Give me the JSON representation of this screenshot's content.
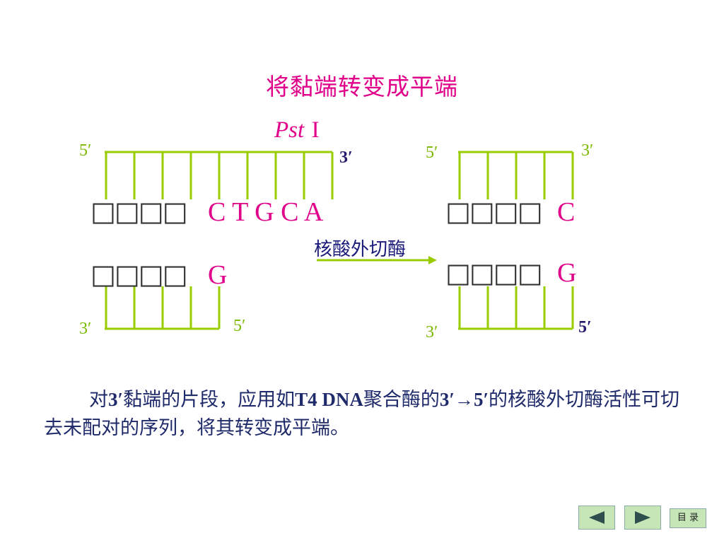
{
  "title": "将黏端转变成平端",
  "enzyme": {
    "italic": "Pst",
    "roman": "I"
  },
  "left": {
    "top_5": "5′",
    "top_3": "3′",
    "top_boxes": "□□□□",
    "top_bases": "C T G C A",
    "bottom_boxes": "□□□□",
    "bottom_base": "G",
    "bottom_3": "3′",
    "bottom_5": "5′"
  },
  "right": {
    "top_5": "5′",
    "top_3": "3′",
    "top_boxes": "□□□□",
    "top_base": "C",
    "bottom_boxes": "□□□□",
    "bottom_base": "G",
    "bottom_3": "3′",
    "bottom_5": "5′"
  },
  "arrow_label": "核酸外切酶",
  "paragraph": {
    "segments": [
      {
        "t": "对",
        "b": false
      },
      {
        "t": "3′",
        "b": true
      },
      {
        "t": "黏端的片段，应用如",
        "b": false
      },
      {
        "t": "T4  DNA",
        "b": true
      },
      {
        "t": "聚合酶的",
        "b": false
      },
      {
        "t": "3′→5′",
        "b": true
      },
      {
        "t": "的核酸外切酶活性可切去未配对的序列，将其转变成平端。",
        "b": false
      }
    ]
  },
  "nav": {
    "prev_icon": "triangle-left-icon",
    "next_icon": "triangle-right-icon",
    "toc_label": "目 录"
  },
  "colors": {
    "strand": "#99cc00",
    "base": "#e0008a",
    "text": "#1f2a6b"
  }
}
